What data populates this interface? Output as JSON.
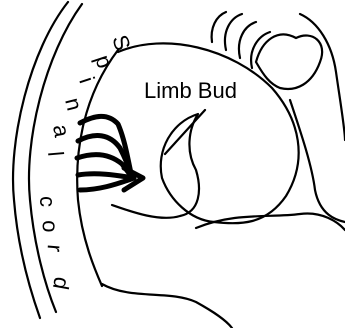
{
  "labels": {
    "limb_bud": "Limb Bud"
  },
  "spinal_cord": {
    "letters": [
      "S",
      "p",
      "i",
      "n",
      "a",
      "l",
      "c",
      "o",
      "r",
      "d"
    ]
  }
}
